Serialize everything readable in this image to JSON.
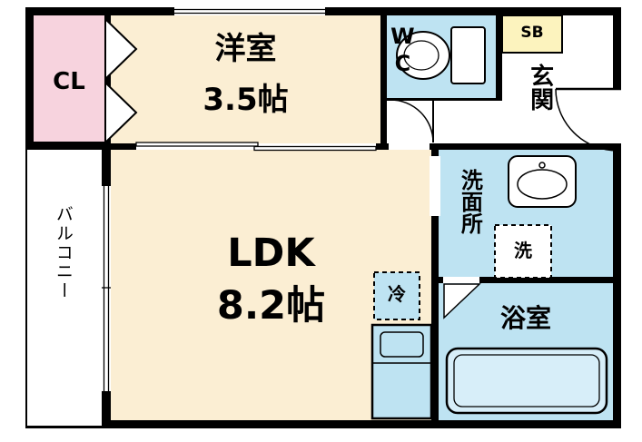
{
  "colors": {
    "wall": "#000000",
    "cream": "#FBEED3",
    "pink": "#F7D3DE",
    "blue": "#BEE3F2",
    "blue_light": "#D7EEF9",
    "yellow": "#FCF3BE",
    "white": "#FFFFFF"
  },
  "rooms": {
    "balcony": {
      "label": "バルコニー"
    },
    "closet": {
      "label": "CL"
    },
    "western_room": {
      "label": "洋室",
      "size": "3.5帖"
    },
    "toilet": {
      "label": "WC"
    },
    "shoe_box": {
      "label": "SB"
    },
    "entrance": {
      "label": "玄関"
    },
    "ldk": {
      "label": "LDK",
      "size": "8.2帖"
    },
    "washroom": {
      "label": "洗面所"
    },
    "washer": {
      "label": "洗"
    },
    "refrigerator": {
      "label": "冷"
    },
    "bathroom": {
      "label": "浴室"
    }
  }
}
